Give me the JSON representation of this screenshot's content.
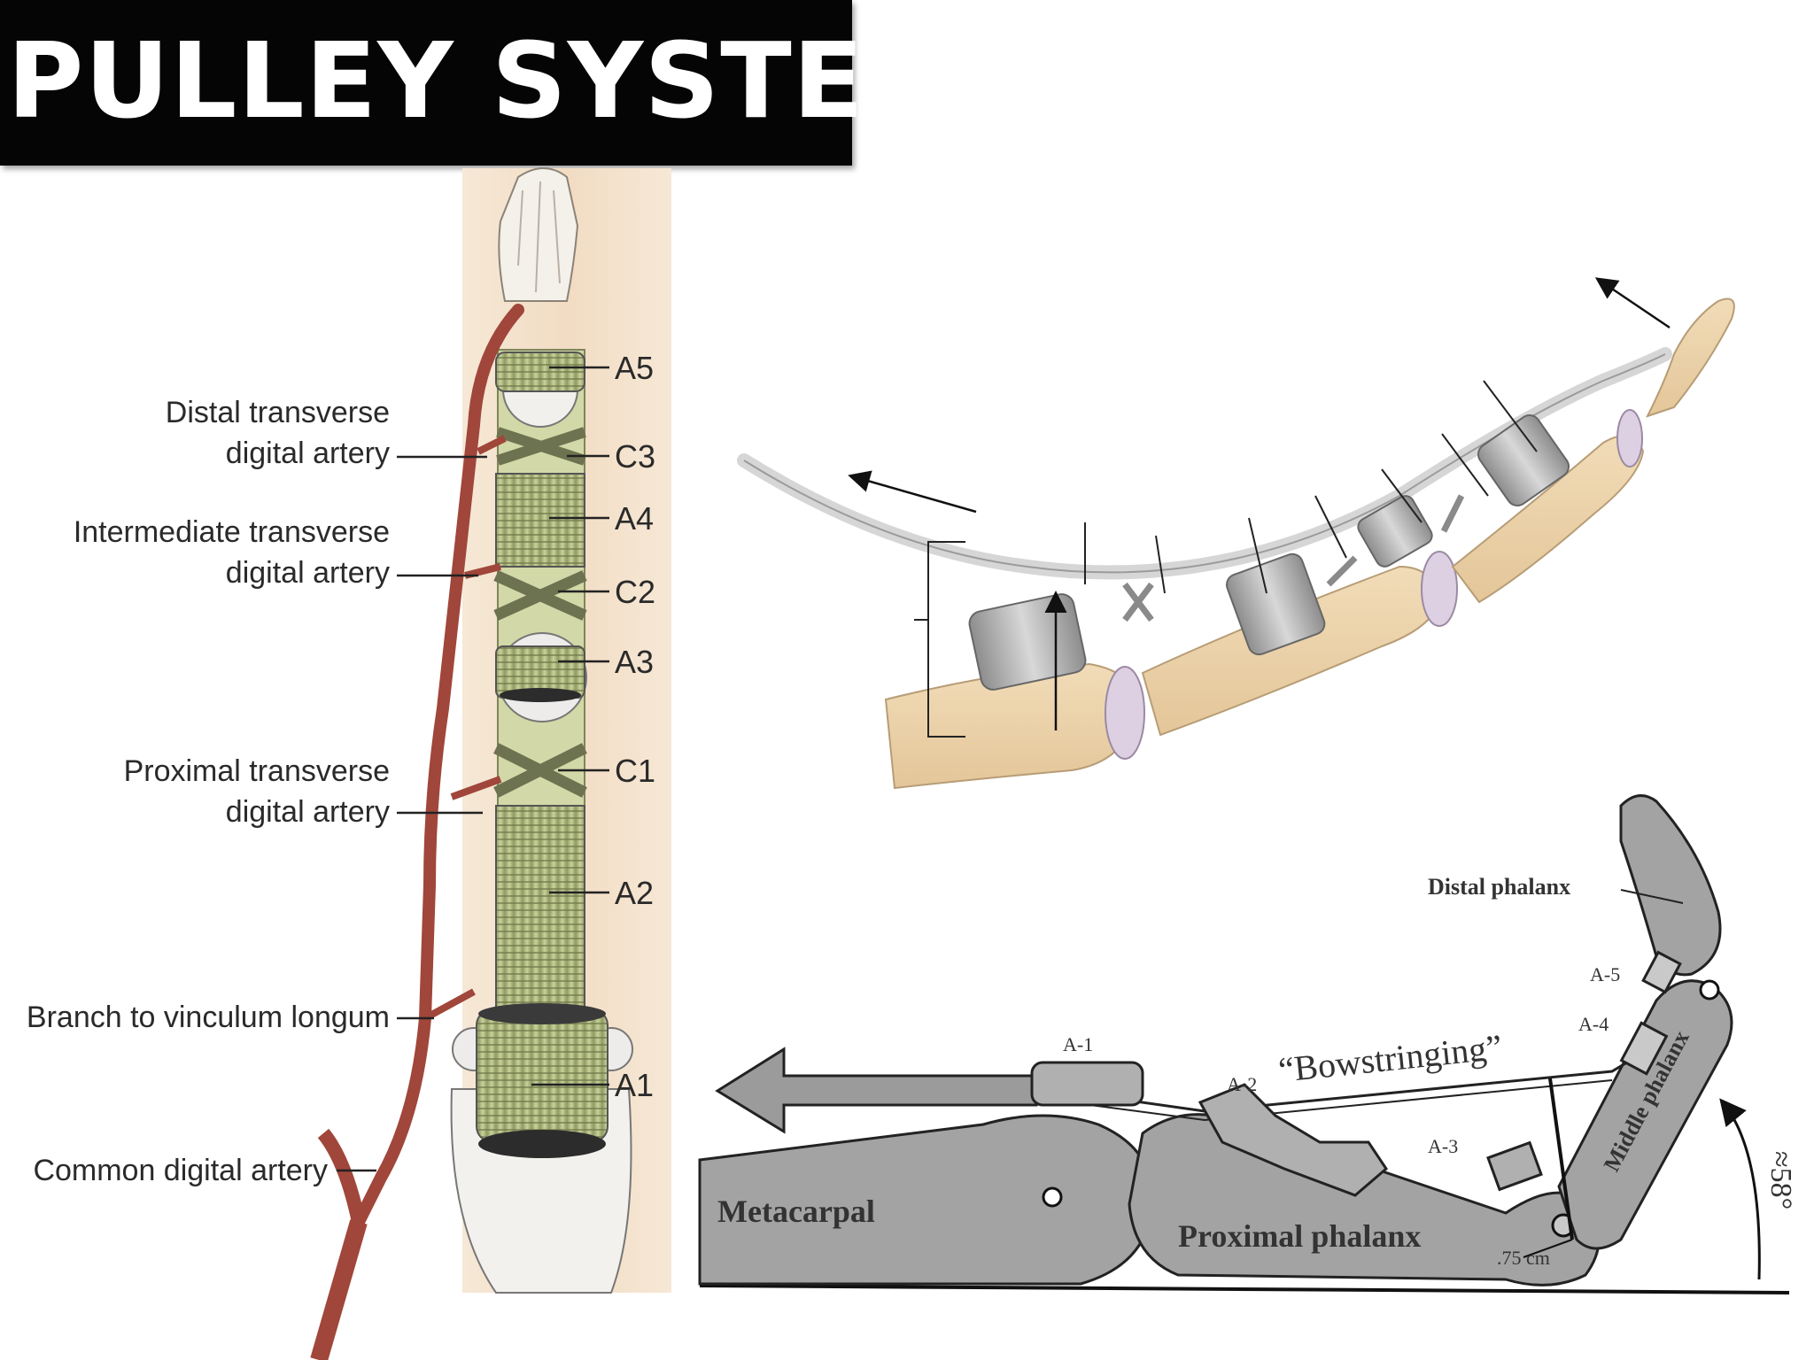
{
  "title": "PULLEY SYSTEM",
  "left_diagram": {
    "left_labels": {
      "distal_1": "Distal transverse",
      "distal_2": "digital artery",
      "intermediate_1": "Intermediate transverse",
      "intermediate_2": "digital artery",
      "proximal_1": "Proximal transverse",
      "proximal_2": "digital artery",
      "vinculum": "Branch to vinculum longum",
      "common": "Common digital artery"
    },
    "pulleys": [
      "A5",
      "C3",
      "A4",
      "C2",
      "A3",
      "C1",
      "A2",
      "A1"
    ]
  },
  "bottom_diagram": {
    "distal_phalanx": "Distal phalanx",
    "middle_phalanx": "Middle phalanx",
    "proximal_phalanx": "Proximal phalanx",
    "metacarpal": "Metacarpal",
    "bowstringing": "“Bowstringing”",
    "a1": "A-1",
    "a2": "A-2",
    "a3": "A-3",
    "a4": "A-4",
    "a5": "A-5",
    "distance": ".75 cm",
    "angle": "≈58°"
  },
  "colors": {
    "artery": "#a0463a",
    "tendon_sheath": "#c9d29a",
    "bone": "#ecd3ae",
    "gray_bone": "#9a9a9a"
  }
}
